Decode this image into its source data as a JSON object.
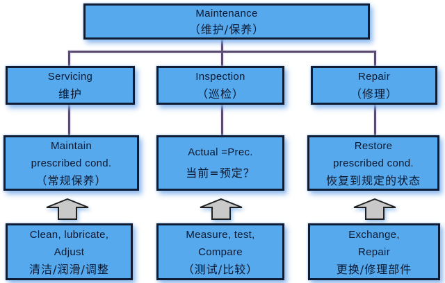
{
  "diagram": {
    "root": {
      "en": "Maintenance",
      "zh": "（维护/保养）"
    },
    "columns": [
      {
        "category": {
          "en": "Servicing",
          "zh": "维护"
        },
        "goal": [
          "Maintain",
          "prescribed cond.",
          "（常规保养）"
        ],
        "method": [
          "Clean, lubricate,",
          "Adjust",
          "清洁/润滑/调整"
        ]
      },
      {
        "category": {
          "en": "Inspection",
          "zh": "（巡检）"
        },
        "goal": [
          "Actual =Prec.",
          "当前=预定？"
        ],
        "method": [
          "Measure, test,",
          "Compare",
          "（测试/比较）"
        ]
      },
      {
        "category": {
          "en": "Repair",
          "zh": "（修理）"
        },
        "goal": [
          "Restore",
          "prescribed cond.",
          "恢复到规定的状态"
        ],
        "method": [
          "Exchange,",
          "Repair",
          "更换/修理部件"
        ]
      }
    ],
    "colors": {
      "box_fill": "#55a9ec",
      "box_border": "#101c33",
      "connector": "#5a4a70",
      "arrow_fill": "#c9c9c9",
      "arrow_border": "#1f1f1f",
      "text": "#0b1830",
      "background": "#ffffff"
    }
  }
}
